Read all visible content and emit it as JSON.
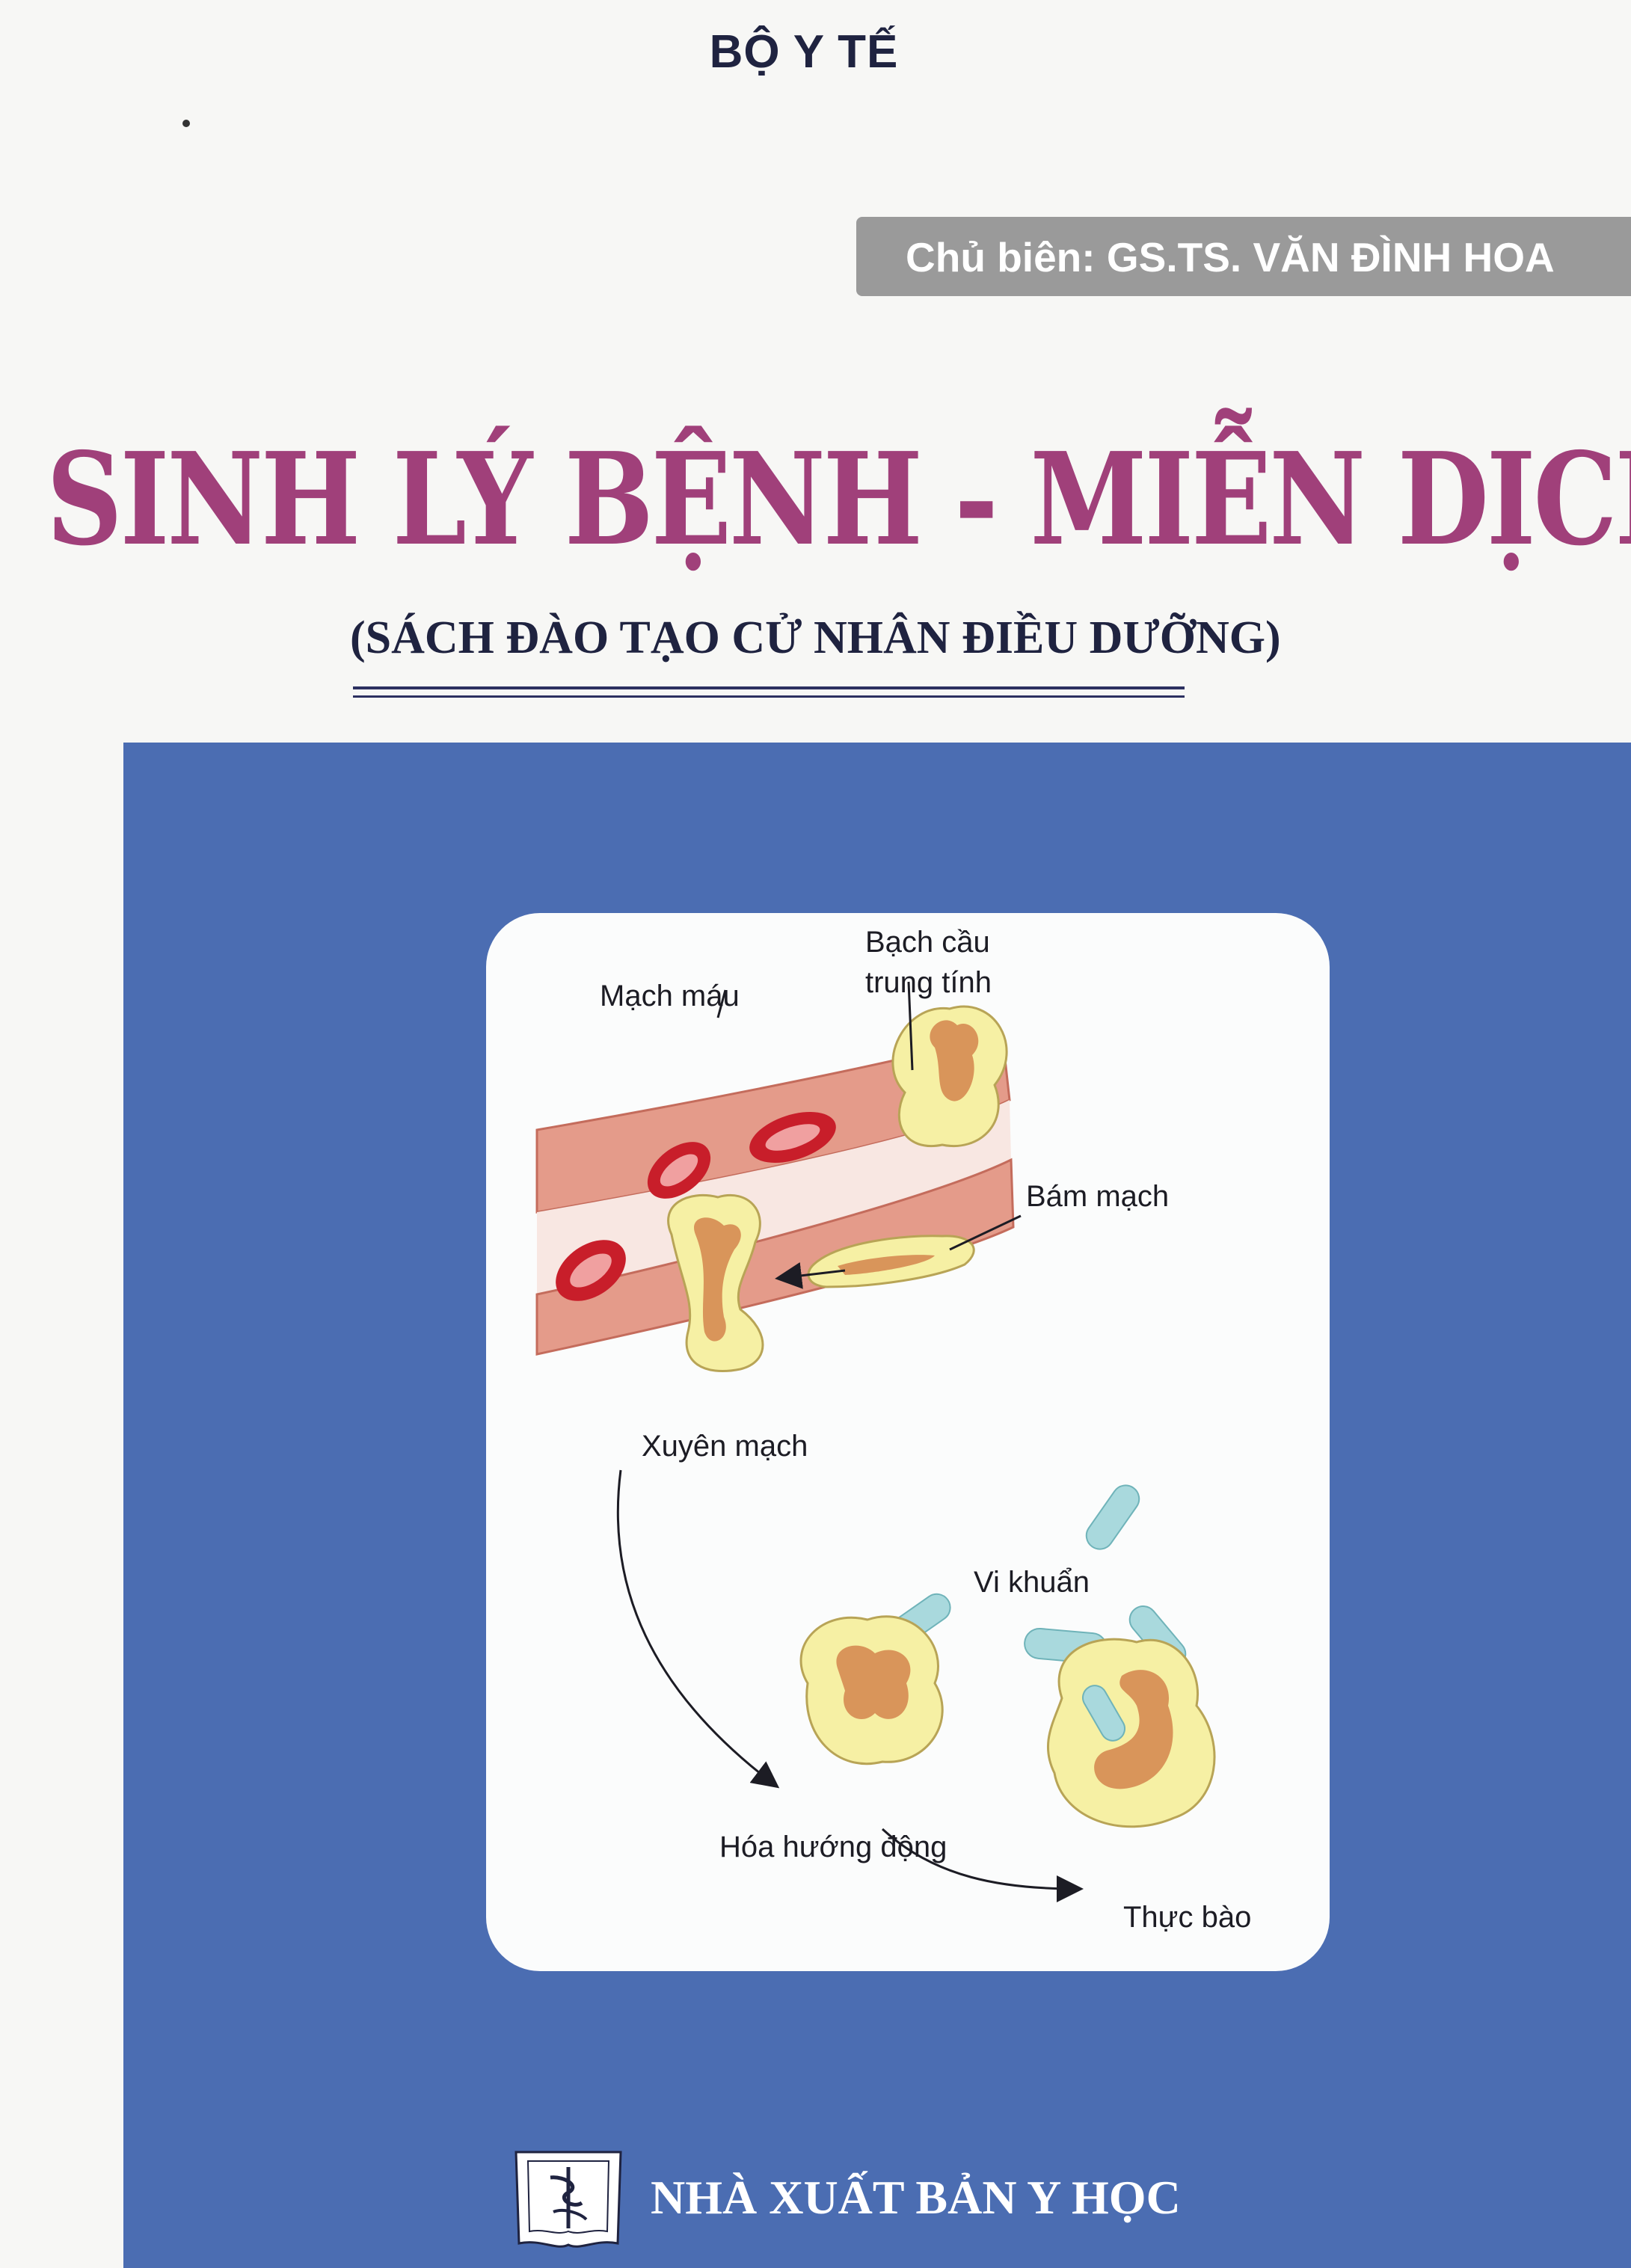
{
  "header": {
    "ministry": "BỘ Y TẾ",
    "editor": "Chủ biên: GS.TS. VĂN ĐÌNH HOA"
  },
  "book": {
    "title": "SINH LÝ BỆNH - MIỄN DỊCH",
    "subtitle": "(SÁCH ĐÀO TẠO CỬ NHÂN ĐIỀU DƯỠNG)"
  },
  "figure": {
    "labels": {
      "blood_vessel": "Mạch máu",
      "neutrophil_line1": "Bạch cầu",
      "neutrophil_line2": "trung tính",
      "adhesion": "Bám mạch",
      "diapedesis": "Xuyên mạch",
      "bacteria": "Vi khuẩn",
      "chemotaxis": "Hóa hướng động",
      "phagocytosis": "Thực bào"
    }
  },
  "footer": {
    "publisher": "NHÀ XUẤT BẢN Y HỌC"
  },
  "colors": {
    "title": "#a0407a",
    "panel": "#4b6db2",
    "editor_bar": "#9a9a9a",
    "vessel": "#e49b8a",
    "cell": "#f6f0a4",
    "nucleus": "#d9955a",
    "rbc": "#c81e2a",
    "bacteria": "#a9d9dd"
  }
}
